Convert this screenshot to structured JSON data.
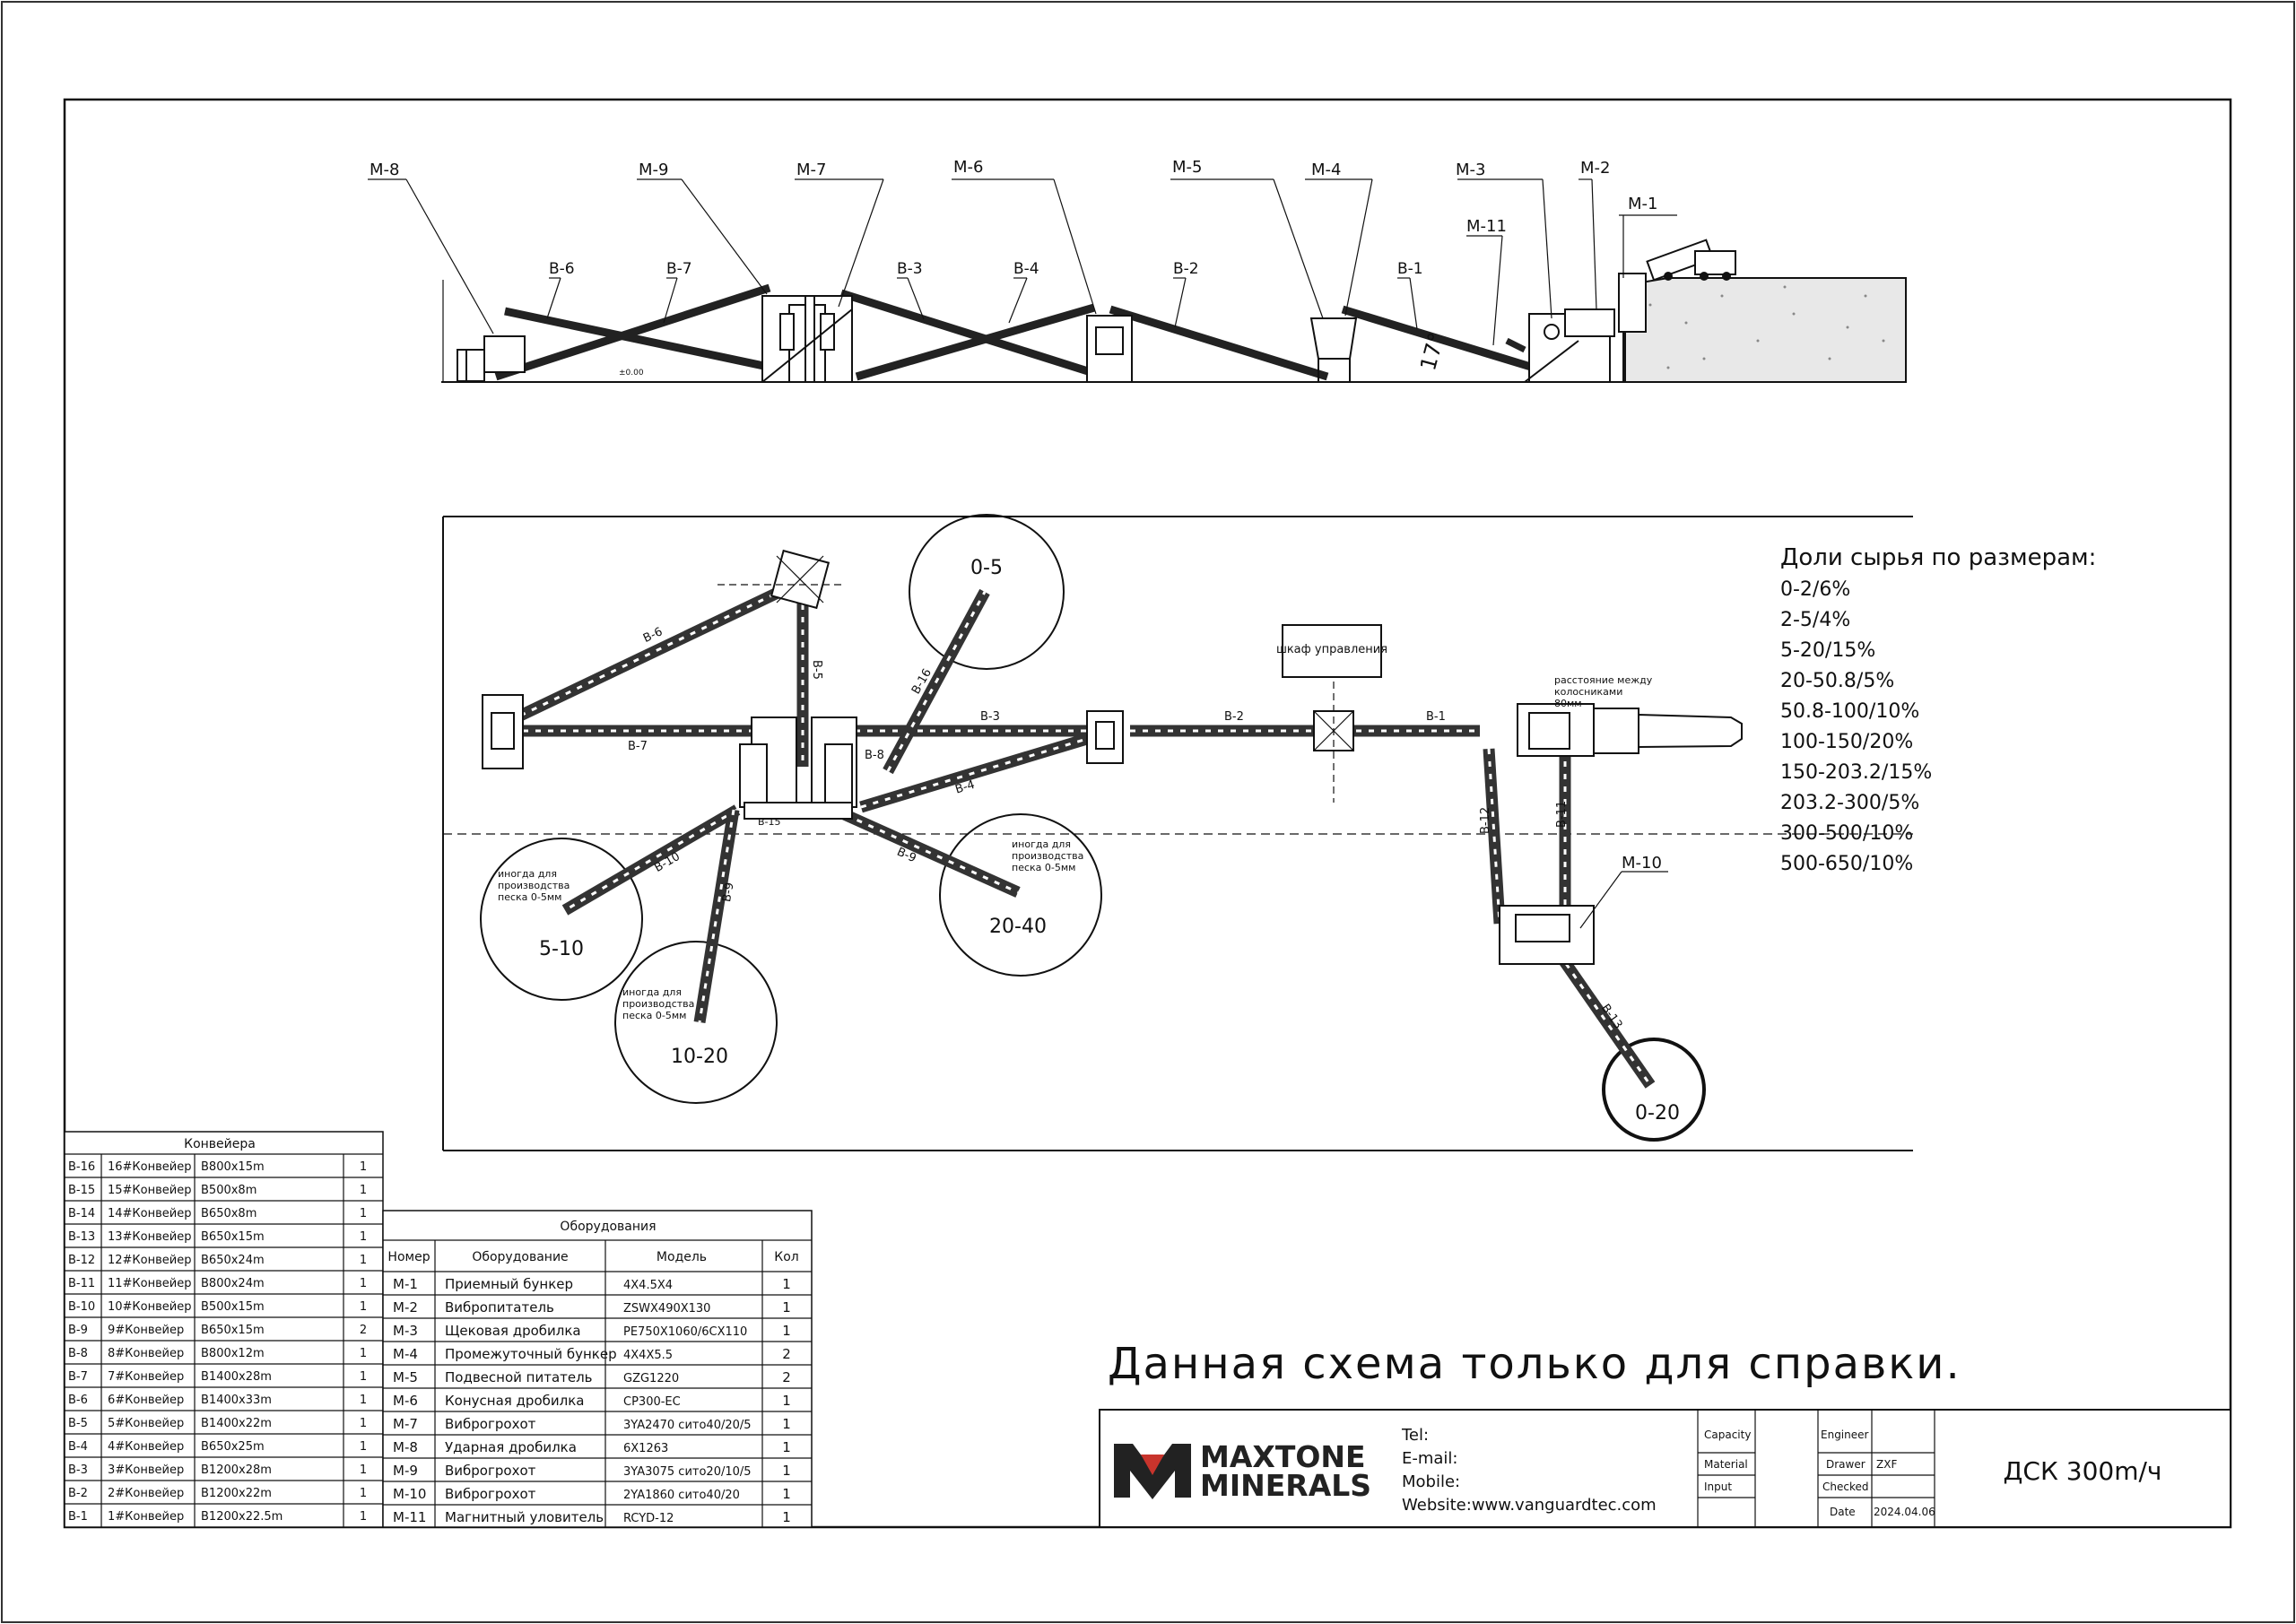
{
  "elevation": {
    "machines": [
      {
        "id": "m8",
        "label": "M-8"
      },
      {
        "id": "m9",
        "label": "M-9"
      },
      {
        "id": "m7",
        "label": "M-7"
      },
      {
        "id": "m6",
        "label": "M-6"
      },
      {
        "id": "m5",
        "label": "M-5"
      },
      {
        "id": "m4",
        "label": "M-4"
      },
      {
        "id": "m3",
        "label": "M-3"
      },
      {
        "id": "m2",
        "label": "M-2"
      },
      {
        "id": "m1",
        "label": "M-1"
      },
      {
        "id": "m11",
        "label": "M-11"
      }
    ],
    "belts": [
      "B-6",
      "B-7",
      "B-3",
      "B-4",
      "B-2",
      "B-1"
    ],
    "angle": "17°",
    "level": "±0.00"
  },
  "plan": {
    "piles": [
      "0-5",
      "5-10",
      "10-20",
      "20-40",
      "0-20"
    ],
    "pile_notes": [
      "иногда для производства песка 0-5мм",
      "иногда для производства песка 0-5мм",
      "иногда для производства песка 0-5мм"
    ],
    "control_cabinet": "шкаф управления",
    "grizzly_note": "расстояние между колосниками 80мм",
    "belts": [
      "B-1",
      "B-2",
      "B-3",
      "B-4",
      "B-5",
      "B-6",
      "B-7",
      "B-8",
      "B-9",
      "B-9",
      "B-10",
      "B-11",
      "B-12",
      "B-13",
      "B-16",
      "B-15"
    ],
    "m10_label": "M-10"
  },
  "fractions": {
    "title": "Доли сырья по размерам:",
    "items": [
      "0-2/6%",
      "2-5/4%",
      "5-20/15%",
      "20-50.8/5%",
      "50.8-100/10%",
      "100-150/20%",
      "150-203.2/15%",
      "203.2-300/5%",
      "300-500/10%",
      "500-650/10%"
    ]
  },
  "conveyors_table": {
    "title": "Конвейера",
    "rows": [
      [
        "B-16",
        "16#Конвейер",
        "B800x15m",
        "1"
      ],
      [
        "B-15",
        "15#Конвейер",
        "B500x8m",
        "1"
      ],
      [
        "B-14",
        "14#Конвейер",
        "B650x8m",
        "1"
      ],
      [
        "B-13",
        "13#Конвейер",
        "B650x15m",
        "1"
      ],
      [
        "B-12",
        "12#Конвейер",
        "B650x24m",
        "1"
      ],
      [
        "B-11",
        "11#Конвейер",
        "B800x24m",
        "1"
      ],
      [
        "B-10",
        "10#Конвейер",
        "B500x15m",
        "1"
      ],
      [
        "B-9",
        "9#Конвейер",
        "B650x15m",
        "2"
      ],
      [
        "B-8",
        "8#Конвейер",
        "B800x12m",
        "1"
      ],
      [
        "B-7",
        "7#Конвейер",
        "B1400x28m",
        "1"
      ],
      [
        "B-6",
        "6#Конвейер",
        "B1400x33m",
        "1"
      ],
      [
        "B-5",
        "5#Конвейер",
        "B1400x22m",
        "1"
      ],
      [
        "B-4",
        "4#Конвейер",
        "B650x25m",
        "1"
      ],
      [
        "B-3",
        "3#Конвейер",
        "B1200x28m",
        "1"
      ],
      [
        "B-2",
        "2#Конвейер",
        "B1200x22m",
        "1"
      ],
      [
        "B-1",
        "1#Конвейер",
        "B1200x22.5m",
        "1"
      ]
    ]
  },
  "equipment_table": {
    "title": "Оборудования",
    "headers": [
      "Номер",
      "Оборудование",
      "Модель",
      "Кол"
    ],
    "rows": [
      [
        "M-1",
        "Приемный бункер",
        "4X4.5X4",
        "1"
      ],
      [
        "M-2",
        "Вибропитатель",
        "ZSWX490X130",
        "1"
      ],
      [
        "M-3",
        "Щековая дробилка",
        "PE750X1060/6CX110",
        "1"
      ],
      [
        "M-4",
        "Промежуточный бункер",
        "4X4X5.5",
        "2"
      ],
      [
        "M-5",
        "Подвесной питатель",
        "GZG1220",
        "2"
      ],
      [
        "M-6",
        "Конусная дробилка",
        "CP300-EC",
        "1"
      ],
      [
        "M-7",
        "Виброгрохот",
        "3YA2470 сито40/20/5",
        "1"
      ],
      [
        "M-8",
        "Ударная дробилка",
        "6X1263",
        "1"
      ],
      [
        "M-9",
        "Виброгрохот",
        "3YA3075 сито20/10/5",
        "1"
      ],
      [
        "M-10",
        "Виброгрохот",
        "2YA1860 сито40/20",
        "1"
      ],
      [
        "M-11",
        "Магнитный уловитель",
        "RCYD-12",
        "1"
      ]
    ]
  },
  "disclaimer": "Данная схема только для справки.",
  "title_block": {
    "logo_line1": "MAXTONE",
    "logo_line2": "MINERALS",
    "tel": "Tel:",
    "email": "E-mail:",
    "mobile": "Mobile:",
    "website": "Website:www.vanguardtec.com",
    "capacity": "Capacity",
    "material": "Material",
    "input": "Input",
    "engineer": "Engineer",
    "drawer": "Drawer",
    "drawer_value": "ZXF",
    "checked": "Checked",
    "date": "Date",
    "date_value": "2024.04.06",
    "drawing_title": "ДСК 300m/ч"
  }
}
